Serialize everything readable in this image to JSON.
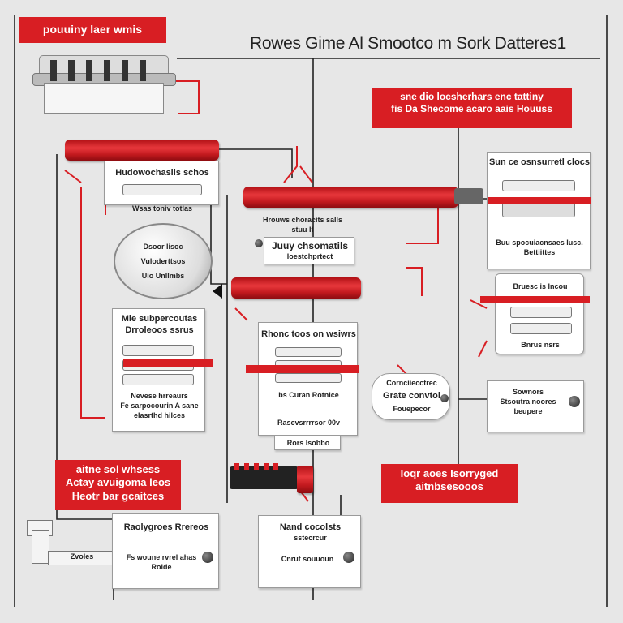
{
  "header": {
    "tag": "pouuiny laer wmis",
    "title": "Rowes Gime Al Smootco m Sork Datteres1"
  },
  "top_right_tag": [
    "sne dio locsherhars enc tattiny",
    "fis Da Shecome  acaro aais Houuss"
  ],
  "device_a": {
    "label": "Hudowochasils schos"
  },
  "round_meter": {
    "lines": [
      "Dsoor lisoc",
      "Vuloderttsos",
      "Uio  Unllmbs"
    ]
  },
  "mid_caption": "Wsas toniv totlas",
  "wire_caption_left": "Hrouws choracits salls  stuu lf",
  "center_label": [
    "Juuy chsomatils",
    "loestchprtect"
  ],
  "right_top_box": {
    "title": "Sun ce osnsurretl clocs",
    "bottom": "Buu spocuiacnsaes lusc. Bettiittes"
  },
  "right_mid_box": {
    "top": "Bruesc is lncou",
    "bottom": "Bnrus nsrs"
  },
  "left_mid_box": {
    "title": [
      "Mie subpercoutas",
      "Drroleoos ssrus"
    ],
    "bottom": [
      "Nevese hrreaurs",
      "Fe sarpocourin A sane",
      "elasrthd hilces"
    ]
  },
  "center_box": {
    "title": "Rhonc toos on wsiwrs",
    "mid": "bs Curan Rotnice",
    "bottom": "Rascvsrrrrsor 00v"
  },
  "center_sub": "Rors lsobbo",
  "bubble": [
    "Cornciiecctrec",
    "Grate convtol",
    "Fouepecor"
  ],
  "right_small_box": [
    "Sownors",
    "Stsoutra noores",
    "beupere"
  ],
  "bottom_left_tag": [
    "aitne sol whsess",
    "Actay avuigoma leos",
    "Heotr bar gcaitces"
  ],
  "bottom_right_tag": [
    "Ioqr aoes Isorryged",
    "aitnbsesooos"
  ],
  "plug_label": "Zvoles",
  "bottom_box_left": {
    "title": "Raolygroes Rrereos",
    "line": "Fs woune rvrel ahas",
    "small": "Rolde"
  },
  "bottom_box_mid": {
    "title": "Nand cocolsts",
    "sub": "sstecrcur",
    "line": "Cnrut souuoun"
  },
  "colors": {
    "accent": "#d81e23",
    "background": "#e7e7e7",
    "line": "#222222"
  }
}
